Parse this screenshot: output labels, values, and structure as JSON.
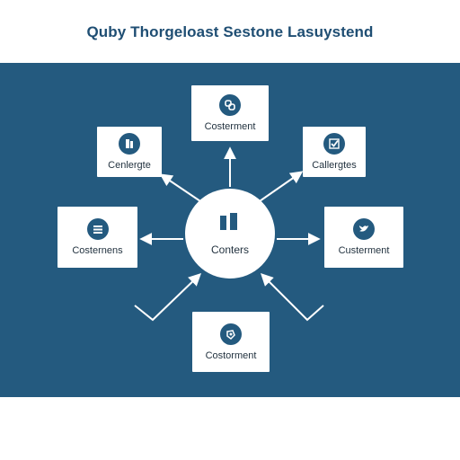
{
  "title": "Quby Thorgeloast Sestone Lasuystend",
  "colors": {
    "panel": "#245a7f",
    "title": "#1f4e73",
    "node": "#ffffff"
  },
  "center": {
    "label": "Conters",
    "icon": "document-columns-icon"
  },
  "nodes": {
    "top": {
      "label": "Costerment",
      "icon": "link-icon"
    },
    "top_left": {
      "label": "Cenlergte",
      "icon": "document-icon"
    },
    "top_right": {
      "label": "Callergtes",
      "icon": "check-icon"
    },
    "left": {
      "label": "Costernens",
      "icon": "list-icon"
    },
    "right": {
      "label": "Custerment",
      "icon": "bird-icon"
    },
    "bottom": {
      "label": "Costorment",
      "icon": "badge-icon"
    }
  }
}
